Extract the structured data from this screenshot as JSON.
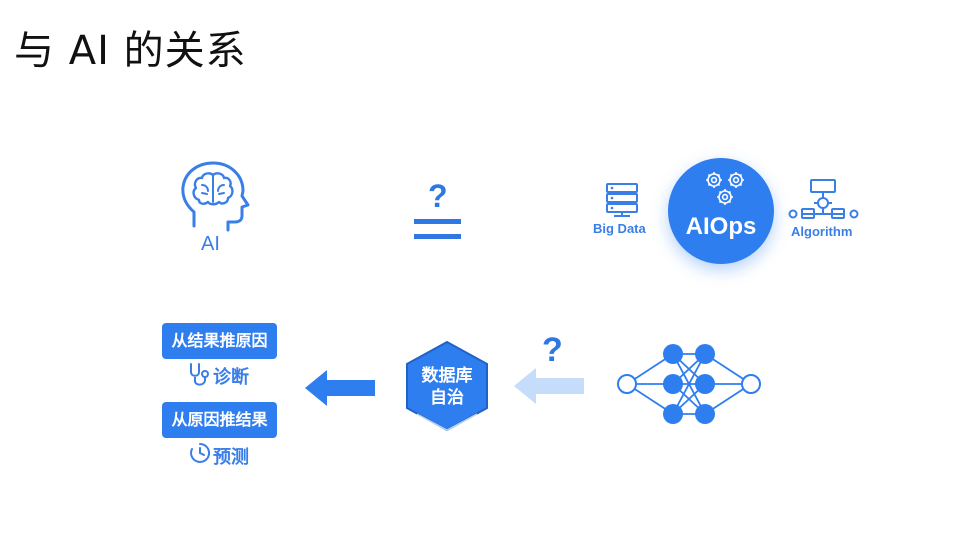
{
  "slide": {
    "title": "与 AI 的关系"
  },
  "top_row": {
    "ai_label": "AI",
    "question_mark": "?",
    "aiops_label": "AIOps",
    "big_data_label": "Big Data",
    "algorithm_label": "Algorithm"
  },
  "bottom_row": {
    "question_mark": "?",
    "hexagon_label_line1": "数据库",
    "hexagon_label_line2": "自治",
    "pill_1": "从结果推原因",
    "sub_1": "诊断",
    "pill_2": "从原因推结果",
    "sub_2": "预测"
  },
  "colors": {
    "primary_blue": "#2f7ef0",
    "light_blue": "#c5dcfa",
    "text_dark": "#111111"
  }
}
